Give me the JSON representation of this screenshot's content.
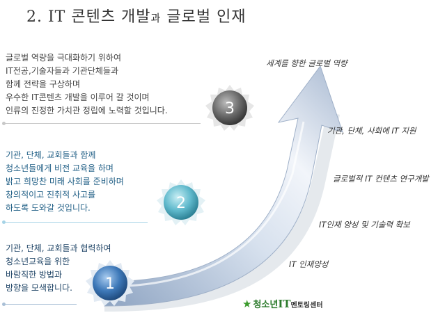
{
  "title": {
    "main": "2.  IT 콘텐츠 개발",
    "connector": "과",
    "rest": " 글로벌 인재"
  },
  "blocks": {
    "b3": [
      "글로벌 역량을 극대화하기 위하여",
      "IT전공,기술자들과 기관단체들과",
      "함께 전략을 구상하며",
      "우수한 IT콘텐츠 개발을 이루어 갈 것이며",
      "인류의 진정한 가치관 정립에 노력할 것입니다."
    ],
    "b2": [
      "기관, 단체, 교회들과 함께",
      "청소년들에게 비전 교육을 하며",
      "밝고 희망찬 미래 사회를 준비하며",
      "창의적이고 진취적 사고를",
      "하도록 도와갈 것입니다."
    ],
    "b1": [
      "기관, 단체, 교회들과 협력하여",
      "청소년교육을 위한",
      "바람직한 방법과",
      "방향을 모색합니다."
    ]
  },
  "badges": {
    "one": "1",
    "two": "2",
    "three": "3"
  },
  "labels": [
    "세계를 향한 글로벌 역량",
    "기관, 단체, 사회에 IT 지원",
    "글로벌적 IT 컨텐츠 연구개발",
    "IT인재 양성 및 기술력 확보",
    "IT 인재양성"
  ],
  "logo": {
    "star": "★",
    "pre": "청소년",
    "it": "IT",
    "rest": "멘토링센터"
  },
  "colors": {
    "badge3": "#6b6b6b",
    "badge2": "#5fb9cc",
    "badge1": "#3d78b8",
    "arrow": "#b7c7dc"
  }
}
